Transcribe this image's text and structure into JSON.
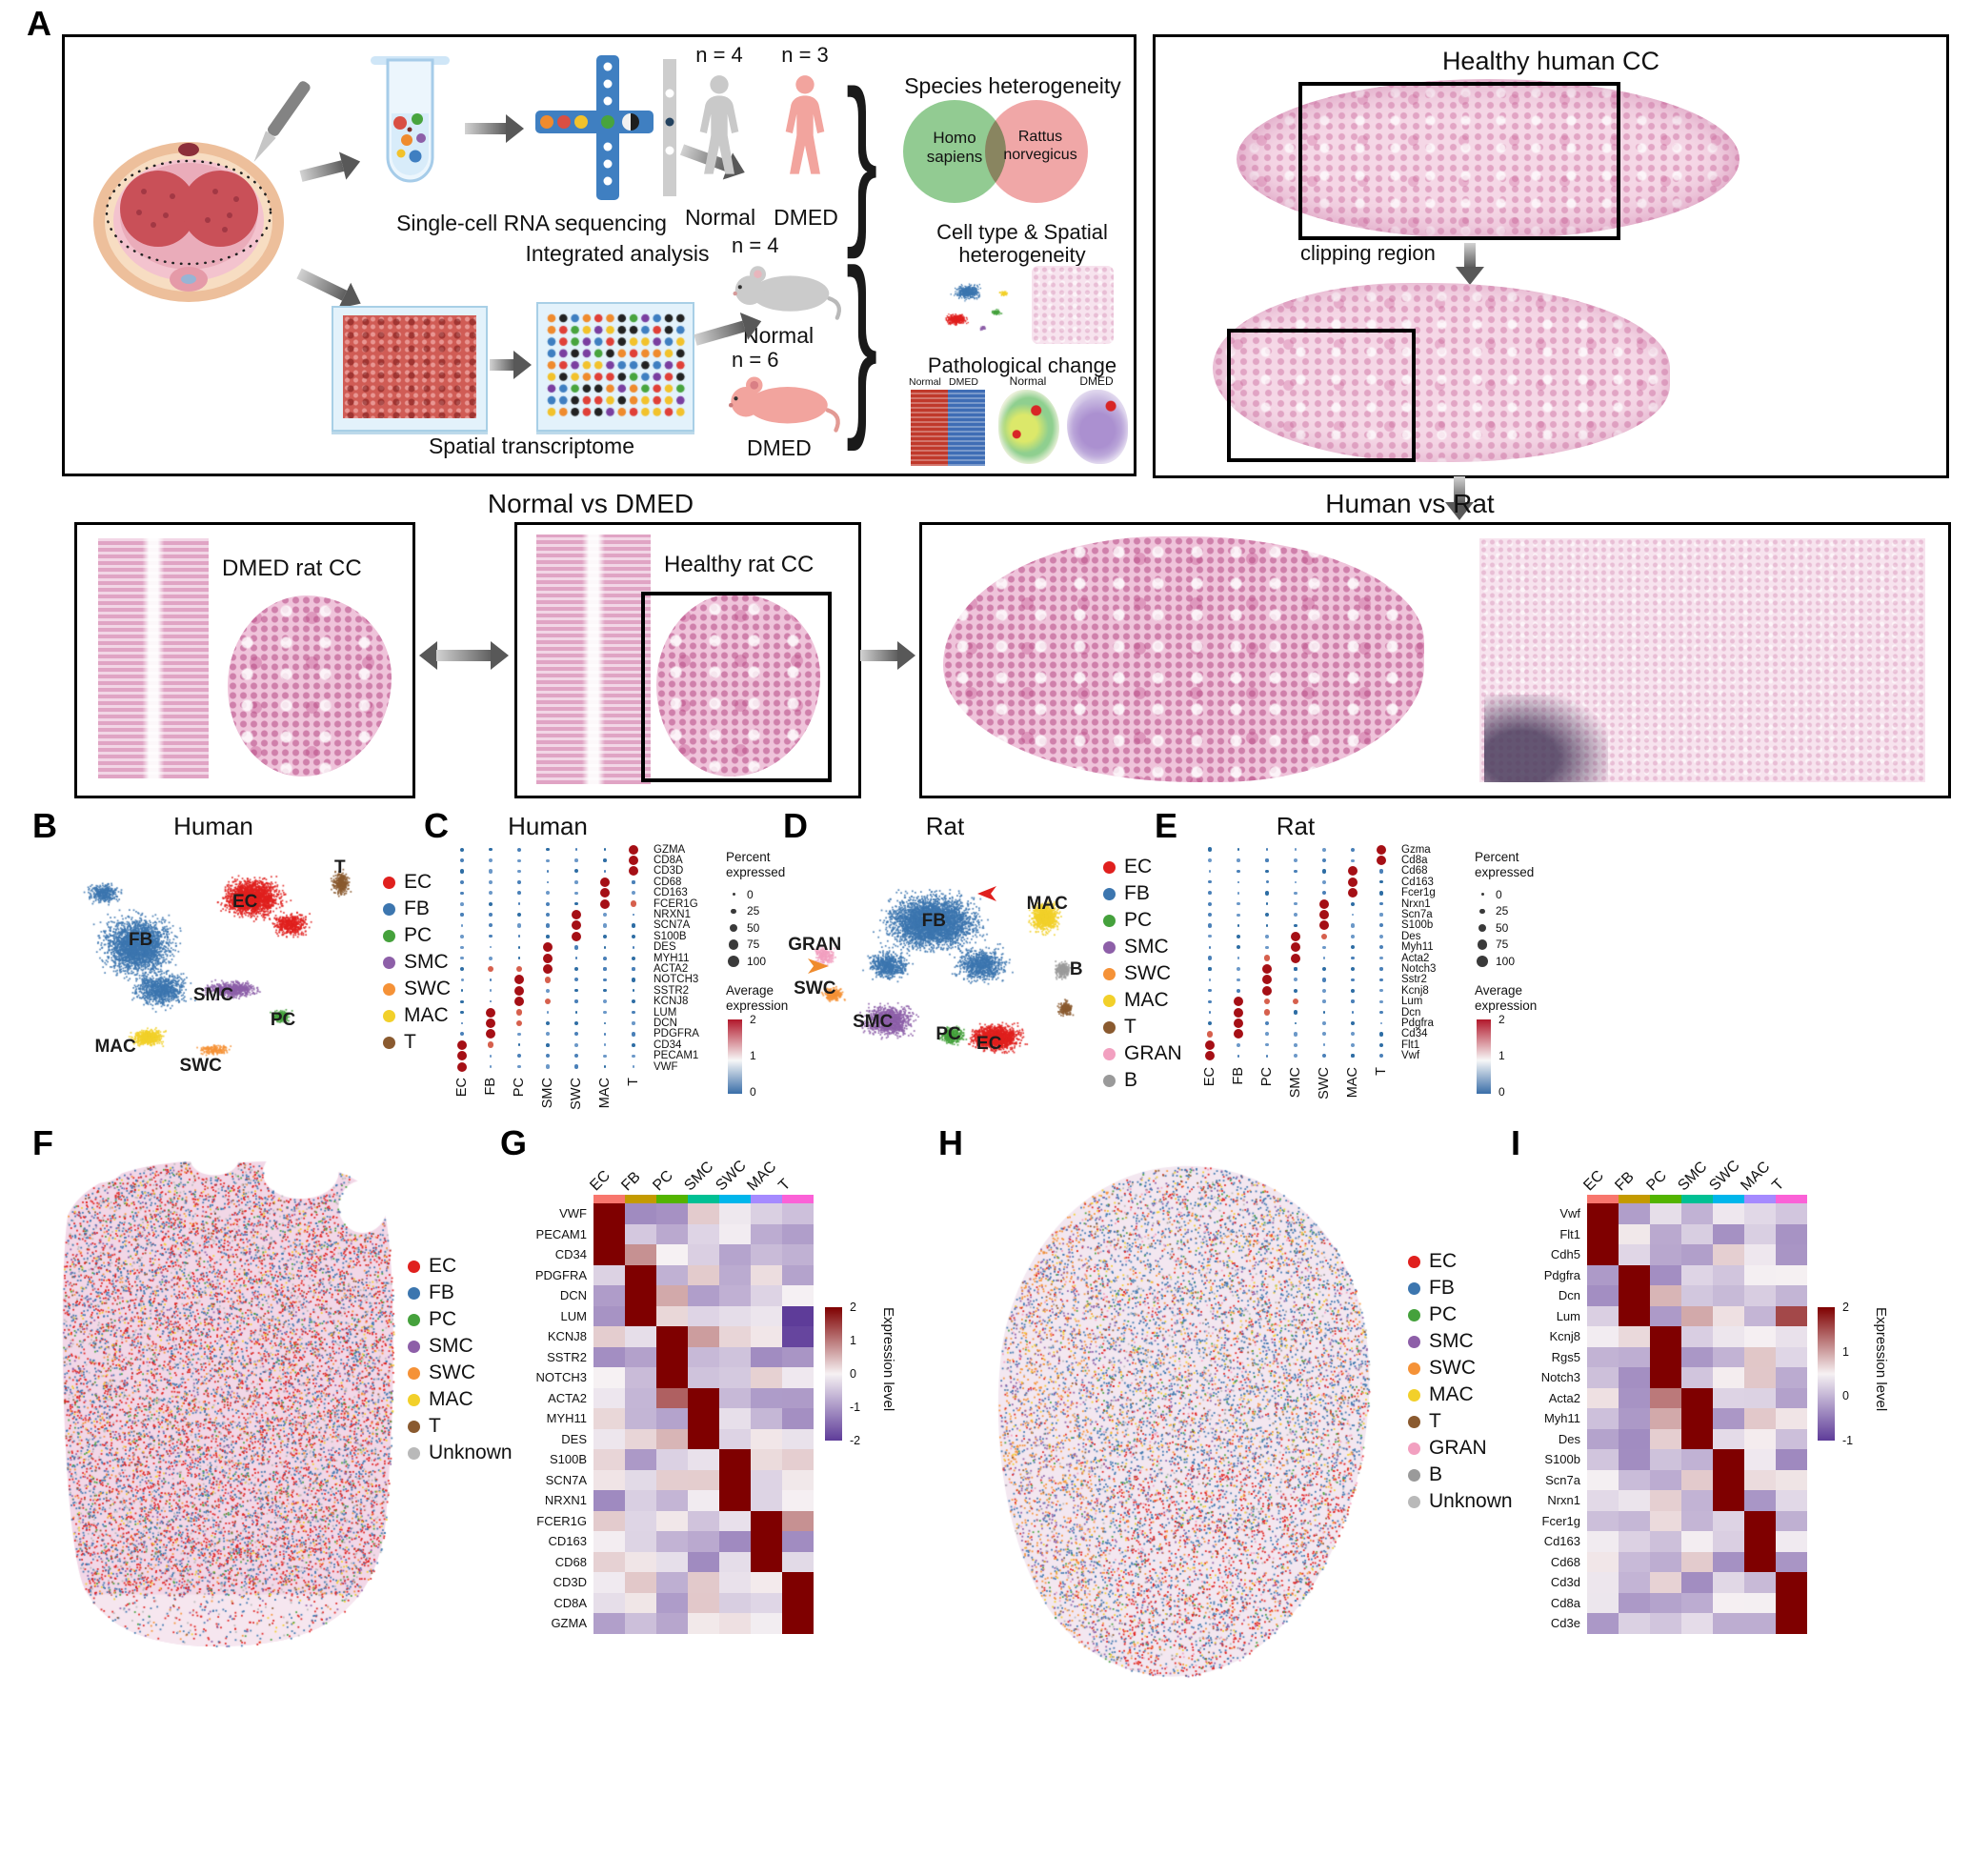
{
  "colors": {
    "cluster": {
      "EC": "#e0201e",
      "FB": "#3c76af",
      "PC": "#45a13c",
      "SMC": "#8d5fa8",
      "SWC": "#f59237",
      "MAC": "#f2d02a",
      "T": "#8a5a2f",
      "GRAN": "#f2a0c0",
      "B": "#9a9a9a",
      "Unknown": "#b9b9b9"
    },
    "ggplot7": [
      "#F8766D",
      "#C49A00",
      "#53B400",
      "#00C094",
      "#00B6EB",
      "#A58AFF",
      "#FB61D7"
    ],
    "dot_high": "#a50f15",
    "dot_mid": "#d6604d",
    "heat_high": "#7f0000",
    "heat_low": "#5e3c99"
  },
  "panelA": {
    "letter": "A",
    "brace": "}",
    "sc_label": "Single-cell RNA sequencing",
    "st_label": "Spatial transcriptome",
    "integrated": "Integrated analysis",
    "human_normal_n": "n = 4",
    "human_dmed_n": "n = 3",
    "human_normal": "Normal",
    "human_dmed": "DMED",
    "mouse_normal_n": "n = 4",
    "mouse_normal": "Normal",
    "mouse_dmed_n": "n = 6",
    "mouse_dmed": "DMED",
    "species_title": "Species heterogeneity",
    "venn_left_1": "Homo",
    "venn_left_2": "sapiens",
    "venn_right_1": "Rattus",
    "venn_right_2": "norvegicus",
    "celltype_title_1": "Cell type & Spatial",
    "celltype_title_2": "heterogeneity",
    "path_title": "Pathological change",
    "mini_heat_left": "Normal",
    "mini_heat_right": "DMED",
    "mini_sp_left": "Normal",
    "mini_sp_right": "DMED",
    "right_title": "Healthy human CC",
    "clipping": "clipping region"
  },
  "row2": {
    "left_title": "Normal vs DMED",
    "right_title": "Human vs Rat",
    "box1_label": "DMED rat CC",
    "box2_label": "Healthy rat CC"
  },
  "panelB": {
    "letter": "B",
    "title": "Human",
    "legend": [
      "EC",
      "FB",
      "PC",
      "SMC",
      "SWC",
      "MAC",
      "T"
    ]
  },
  "panelC": {
    "letter": "C",
    "title": "Human",
    "percent_title": "Percent expressed",
    "percent_ticks": [
      "0",
      "25",
      "50",
      "75",
      "100"
    ],
    "avg_title": "Average expression",
    "avg_ticks": [
      "2",
      "1",
      "0"
    ]
  },
  "panelD": {
    "letter": "D",
    "title": "Rat",
    "legend": [
      "EC",
      "FB",
      "PC",
      "SMC",
      "SWC",
      "MAC",
      "T",
      "GRAN",
      "B"
    ]
  },
  "panelE": {
    "letter": "E",
    "title": "Rat",
    "percent_title": "Percent expressed",
    "percent_ticks": [
      "0",
      "25",
      "50",
      "75",
      "100"
    ],
    "avg_title": "Average expression",
    "avg_ticks": [
      "2",
      "1",
      "0"
    ]
  },
  "panelF": {
    "letter": "F",
    "legend": [
      "EC",
      "FB",
      "PC",
      "SMC",
      "SWC",
      "MAC",
      "T",
      "Unknown"
    ]
  },
  "panelG": {
    "letter": "G",
    "colorbar_title": "Expression level",
    "colorbar_ticks": [
      "2",
      "1",
      "0",
      "-1",
      "-2"
    ]
  },
  "panelH": {
    "letter": "H",
    "legend": [
      "EC",
      "FB",
      "PC",
      "SMC",
      "SWC",
      "MAC",
      "T",
      "GRAN",
      "B",
      "Unknown"
    ]
  },
  "panelI": {
    "letter": "I",
    "colorbar_title": "Expression level",
    "colorbar_ticks": [
      "2",
      "1",
      "0",
      "-1"
    ]
  },
  "chart_data": {
    "tsne_human": {
      "type": "scatter",
      "title": "Human",
      "clusters": [
        {
          "name": "FB",
          "color": "#3c76af",
          "blobs": [
            [
              0.26,
              0.42,
              0.16,
              0.17,
              2600
            ],
            [
              0.33,
              0.6,
              0.12,
              0.1,
              900
            ],
            [
              0.15,
              0.2,
              0.07,
              0.06,
              350
            ]
          ]
        },
        {
          "name": "EC",
          "color": "#e0201e",
          "blobs": [
            [
              0.62,
              0.22,
              0.13,
              0.11,
              2000
            ],
            [
              0.74,
              0.33,
              0.08,
              0.07,
              500
            ]
          ]
        },
        {
          "name": "SMC",
          "color": "#8d5fa8",
          "blobs": [
            [
              0.56,
              0.6,
              0.12,
              0.05,
              600
            ]
          ]
        },
        {
          "name": "PC",
          "color": "#45a13c",
          "blobs": [
            [
              0.71,
              0.71,
              0.045,
              0.035,
              220
            ]
          ]
        },
        {
          "name": "MAC",
          "color": "#f2d02a",
          "blobs": [
            [
              0.29,
              0.8,
              0.07,
              0.05,
              550
            ]
          ]
        },
        {
          "name": "SWC",
          "color": "#f59237",
          "blobs": [
            [
              0.5,
              0.85,
              0.08,
              0.03,
              170
            ]
          ]
        },
        {
          "name": "T",
          "color": "#8a5a2f",
          "blobs": [
            [
              0.9,
              0.16,
              0.04,
              0.07,
              300
            ]
          ]
        }
      ],
      "labels": [
        {
          "text": "FB",
          "x": 0.27,
          "y": 0.4
        },
        {
          "text": "EC",
          "x": 0.6,
          "y": 0.24
        },
        {
          "text": "T",
          "x": 0.9,
          "y": 0.1
        },
        {
          "text": "SMC",
          "x": 0.5,
          "y": 0.63
        },
        {
          "text": "PC",
          "x": 0.72,
          "y": 0.73
        },
        {
          "text": "MAC",
          "x": 0.19,
          "y": 0.84
        },
        {
          "text": "SWC",
          "x": 0.46,
          "y": 0.92
        }
      ]
    },
    "dot_human": {
      "type": "dotplot",
      "title": "Human",
      "cells": [
        "EC",
        "FB",
        "PC",
        "SMC",
        "SWC",
        "MAC",
        "T"
      ],
      "genes": [
        {
          "name": "GZMA",
          "high": "T"
        },
        {
          "name": "CD8A",
          "high": "T"
        },
        {
          "name": "CD3D",
          "high": "T"
        },
        {
          "name": "CD68",
          "high": "MAC"
        },
        {
          "name": "CD163",
          "high": "MAC"
        },
        {
          "name": "FCER1G",
          "high": "MAC",
          "mid": [
            "T"
          ]
        },
        {
          "name": "NRXN1",
          "high": "SWC"
        },
        {
          "name": "SCN7A",
          "high": "SWC"
        },
        {
          "name": "S100B",
          "high": "SWC"
        },
        {
          "name": "DES",
          "high": "SMC"
        },
        {
          "name": "MYH11",
          "high": "SMC"
        },
        {
          "name": "ACTA2",
          "high": "SMC",
          "mid": [
            "PC",
            "FB"
          ]
        },
        {
          "name": "NOTCH3",
          "high": "PC",
          "mid": [
            "SMC"
          ]
        },
        {
          "name": "SSTR2",
          "high": "PC"
        },
        {
          "name": "KCNJ8",
          "high": "PC",
          "mid": [
            "SMC"
          ]
        },
        {
          "name": "LUM",
          "high": "FB",
          "mid": [
            "PC"
          ]
        },
        {
          "name": "DCN",
          "high": "FB",
          "mid": [
            "PC"
          ]
        },
        {
          "name": "PDGFRA",
          "high": "FB"
        },
        {
          "name": "CD34",
          "high": "EC",
          "mid": [
            "FB"
          ]
        },
        {
          "name": "PECAM1",
          "high": "EC"
        },
        {
          "name": "VWF",
          "high": "EC"
        }
      ]
    },
    "tsne_rat": {
      "type": "scatter",
      "title": "Rat",
      "clusters": [
        {
          "name": "FB",
          "color": "#3c76af",
          "blobs": [
            [
              0.45,
              0.32,
              0.22,
              0.16,
              3800
            ],
            [
              0.62,
              0.5,
              0.12,
              0.1,
              800
            ],
            [
              0.3,
              0.5,
              0.1,
              0.08,
              600
            ]
          ]
        },
        {
          "name": "MAC",
          "color": "#f2d02a",
          "blobs": [
            [
              0.84,
              0.3,
              0.07,
              0.09,
              800
            ]
          ]
        },
        {
          "name": "B",
          "color": "#9a9a9a",
          "blobs": [
            [
              0.9,
              0.52,
              0.04,
              0.05,
              260
            ]
          ]
        },
        {
          "name": "T",
          "color": "#8a5a2f",
          "blobs": [
            [
              0.91,
              0.68,
              0.035,
              0.045,
              200
            ]
          ]
        },
        {
          "name": "GRAN",
          "color": "#f2a0c0",
          "blobs": [
            [
              0.08,
              0.46,
              0.045,
              0.05,
              220
            ]
          ]
        },
        {
          "name": "SWC",
          "color": "#f59237",
          "blobs": [
            [
              0.11,
              0.62,
              0.05,
              0.04,
              280
            ]
          ]
        },
        {
          "name": "SMC",
          "color": "#8d5fa8",
          "blobs": [
            [
              0.3,
              0.73,
              0.12,
              0.09,
              1100
            ]
          ]
        },
        {
          "name": "PC",
          "color": "#45a13c",
          "blobs": [
            [
              0.52,
              0.79,
              0.06,
              0.05,
              380
            ]
          ]
        },
        {
          "name": "EC",
          "color": "#e0201e",
          "blobs": [
            [
              0.67,
              0.8,
              0.12,
              0.08,
              1400
            ]
          ]
        }
      ],
      "labels": [
        {
          "text": "FB",
          "x": 0.46,
          "y": 0.32
        },
        {
          "text": "MAC",
          "x": 0.85,
          "y": 0.25
        },
        {
          "text": "B",
          "x": 0.95,
          "y": 0.52
        },
        {
          "text": "GRAN",
          "x": 0.05,
          "y": 0.42
        },
        {
          "text": "SWC",
          "x": 0.05,
          "y": 0.6
        },
        {
          "text": "SMC",
          "x": 0.25,
          "y": 0.74
        },
        {
          "text": "PC",
          "x": 0.51,
          "y": 0.79
        },
        {
          "text": "EC",
          "x": 0.65,
          "y": 0.83
        }
      ]
    },
    "dot_rat": {
      "type": "dotplot",
      "title": "Rat",
      "cells": [
        "EC",
        "FB",
        "PC",
        "SMC",
        "SWC",
        "MAC",
        "T"
      ],
      "genes": [
        {
          "name": "Gzma",
          "high": "T"
        },
        {
          "name": "Cd8a",
          "high": "T"
        },
        {
          "name": "Cd68",
          "high": "MAC"
        },
        {
          "name": "Cd163",
          "high": "MAC"
        },
        {
          "name": "Fcer1g",
          "high": "MAC"
        },
        {
          "name": "Nrxn1",
          "high": "SWC"
        },
        {
          "name": "Scn7a",
          "high": "SWC"
        },
        {
          "name": "S100b",
          "high": "SWC"
        },
        {
          "name": "Des",
          "high": "SMC",
          "mid": [
            "SWC"
          ]
        },
        {
          "name": "Myh11",
          "high": "SMC"
        },
        {
          "name": "Acta2",
          "high": "SMC",
          "mid": [
            "PC"
          ]
        },
        {
          "name": "Notch3",
          "high": "PC"
        },
        {
          "name": "Sstr2",
          "high": "PC"
        },
        {
          "name": "Kcnj8",
          "high": "PC"
        },
        {
          "name": "Lum",
          "high": "FB",
          "mid": [
            "PC",
            "SMC"
          ]
        },
        {
          "name": "Dcn",
          "high": "FB",
          "mid": [
            "PC"
          ]
        },
        {
          "name": "Pdgfra",
          "high": "FB"
        },
        {
          "name": "Cd34",
          "high": "FB",
          "mid": [
            "EC"
          ]
        },
        {
          "name": "Flt1",
          "high": "EC"
        },
        {
          "name": "Vwf",
          "high": "EC"
        }
      ]
    },
    "spatial_human": {
      "type": "spatial",
      "n": 9000,
      "weights": [
        [
          "EC",
          0.36
        ],
        [
          "FB",
          0.3
        ],
        [
          "SMC",
          0.06
        ],
        [
          "PC",
          0.04
        ],
        [
          "SWC",
          0.05
        ],
        [
          "MAC",
          0.05
        ],
        [
          "T",
          0.03
        ],
        [
          "Unknown",
          0.11
        ]
      ]
    },
    "heat_human": {
      "type": "heatmap",
      "title": "Human",
      "cells": [
        "EC",
        "FB",
        "PC",
        "SMC",
        "SWC",
        "MAC",
        "T"
      ],
      "scale": [
        -2,
        2
      ],
      "genes": [
        {
          "name": "VWF",
          "high": "EC"
        },
        {
          "name": "PECAM1",
          "high": "EC"
        },
        {
          "name": "CD34",
          "high": "EC"
        },
        {
          "name": "PDGFRA",
          "high": "FB"
        },
        {
          "name": "DCN",
          "high": "FB"
        },
        {
          "name": "LUM",
          "high": "FB"
        },
        {
          "name": "KCNJ8",
          "high": "PC"
        },
        {
          "name": "SSTR2",
          "high": "PC"
        },
        {
          "name": "NOTCH3",
          "high": "PC"
        },
        {
          "name": "ACTA2",
          "high": "SMC"
        },
        {
          "name": "MYH11",
          "high": "SMC"
        },
        {
          "name": "DES",
          "high": "SMC"
        },
        {
          "name": "S100B",
          "high": "SWC"
        },
        {
          "name": "SCN7A",
          "high": "SWC"
        },
        {
          "name": "NRXN1",
          "high": "SWC"
        },
        {
          "name": "FCER1G",
          "high": "MAC"
        },
        {
          "name": "CD163",
          "high": "MAC"
        },
        {
          "name": "CD68",
          "high": "MAC"
        },
        {
          "name": "CD3D",
          "high": "T"
        },
        {
          "name": "CD8A",
          "high": "T"
        },
        {
          "name": "GZMA",
          "high": "T"
        }
      ],
      "extras": {
        "ACTA2": {
          "PC": 1.2
        },
        "DCN": {
          "PC": 0.6
        },
        "KCNJ8": {
          "SMC": 0.7,
          "T": -1.9
        },
        "LUM": {
          "T": -2
        },
        "FCER1G": {
          "T": 0.8
        },
        "DES": {
          "PC": 0.5
        },
        "CD34": {
          "FB": 0.8
        }
      }
    },
    "spatial_rat": {
      "type": "spatial",
      "n": 9000,
      "weights": [
        [
          "FB",
          0.4
        ],
        [
          "EC",
          0.15
        ],
        [
          "SWC",
          0.1
        ],
        [
          "SMC",
          0.09
        ],
        [
          "MAC",
          0.07
        ],
        [
          "GRAN",
          0.05
        ],
        [
          "PC",
          0.05
        ],
        [
          "T",
          0.03
        ],
        [
          "B",
          0.02
        ],
        [
          "Unknown",
          0.04
        ]
      ]
    },
    "heat_rat": {
      "type": "heatmap",
      "title": "Rat",
      "cells": [
        "EC",
        "FB",
        "PC",
        "SMC",
        "SWC",
        "MAC",
        "T"
      ],
      "scale": [
        -1,
        2
      ],
      "genes": [
        {
          "name": "Vwf",
          "high": "EC"
        },
        {
          "name": "Flt1",
          "high": "EC"
        },
        {
          "name": "Cdh5",
          "high": "EC"
        },
        {
          "name": "Pdgfra",
          "high": "FB"
        },
        {
          "name": "Dcn",
          "high": "FB"
        },
        {
          "name": "Lum",
          "high": "FB"
        },
        {
          "name": "Kcnj8",
          "high": "PC"
        },
        {
          "name": "Rgs5",
          "high": "PC"
        },
        {
          "name": "Notch3",
          "high": "PC"
        },
        {
          "name": "Acta2",
          "high": "SMC"
        },
        {
          "name": "Myh11",
          "high": "SMC"
        },
        {
          "name": "Des",
          "high": "SMC"
        },
        {
          "name": "S100b",
          "high": "SWC"
        },
        {
          "name": "Scn7a",
          "high": "SWC"
        },
        {
          "name": "Nrxn1",
          "high": "SWC"
        },
        {
          "name": "Fcer1g",
          "high": "MAC"
        },
        {
          "name": "Cd163",
          "high": "MAC"
        },
        {
          "name": "Cd68",
          "high": "MAC"
        },
        {
          "name": "Cd3d",
          "high": "T"
        },
        {
          "name": "Cd8a",
          "high": "T"
        },
        {
          "name": "Cd3e",
          "high": "T"
        }
      ],
      "extras": {
        "Acta2": {
          "PC": 1.0
        },
        "Myh11": {
          "PC": 0.6
        },
        "Lum": {
          "SMC": 0.6,
          "T": 1.4
        },
        "Dcn": {
          "PC": 0.5
        }
      }
    }
  }
}
